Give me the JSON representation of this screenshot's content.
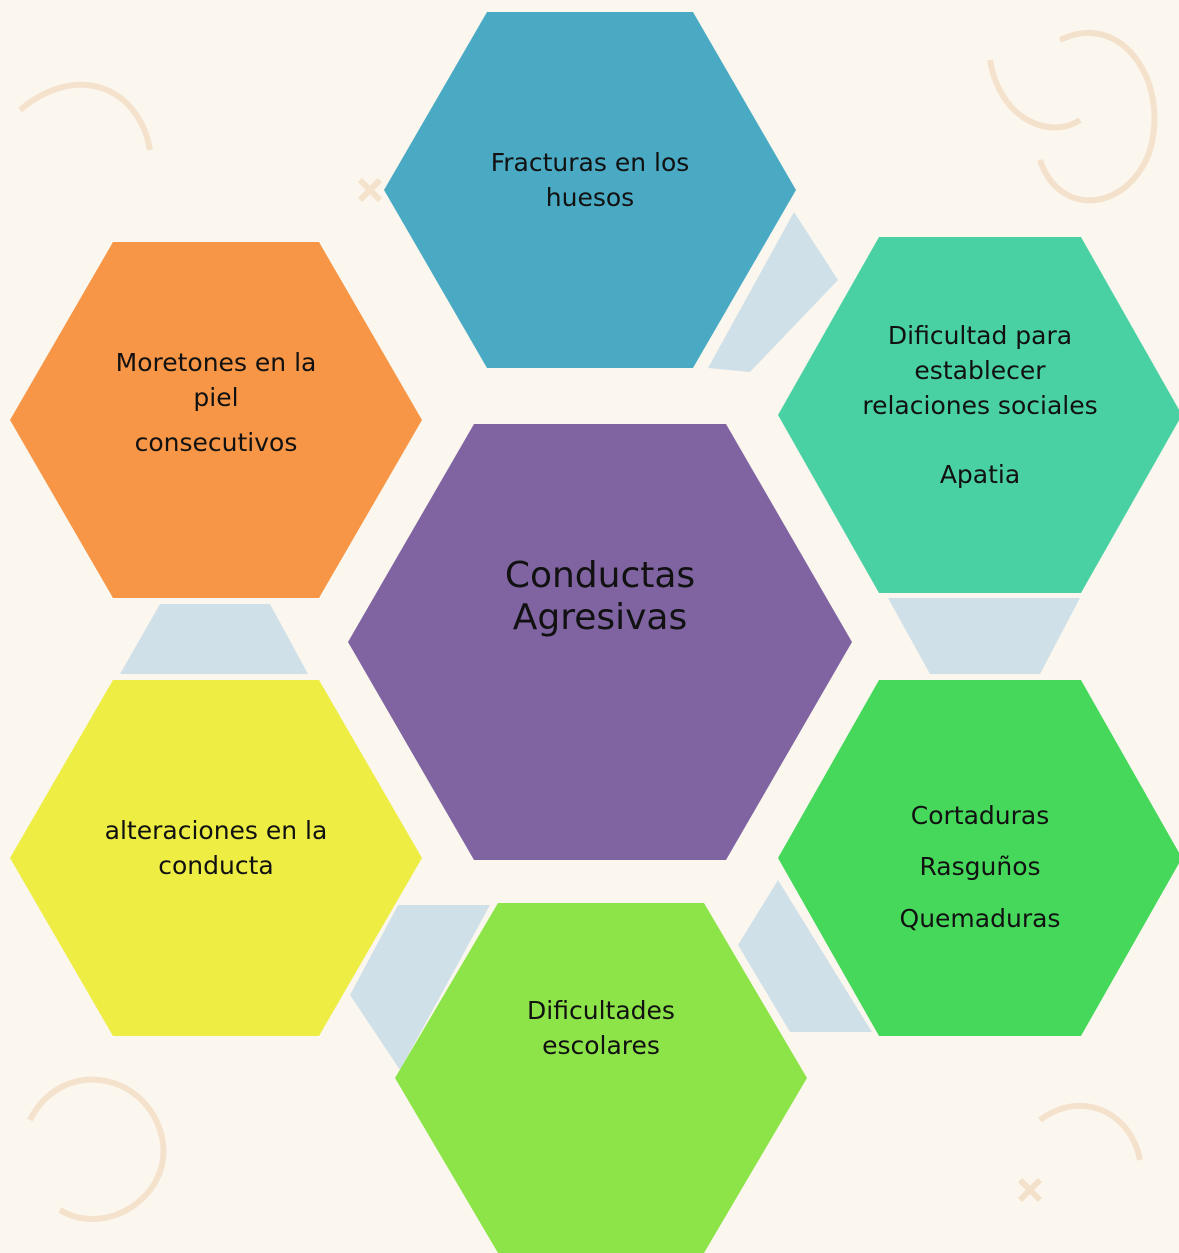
{
  "colors": {
    "background": "#fbf7ef",
    "connector": "#cfe0e8",
    "center": "#7f64a1",
    "top": "#4aaac4",
    "top_right": "#49d1a3",
    "bottom_right": "#46d85b",
    "bottom": "#8ce448",
    "bottom_left": "#eded44",
    "top_left": "#f79646"
  },
  "center": {
    "lines": [
      "Conductas",
      "Agresivas"
    ]
  },
  "hexagons": {
    "top": {
      "lines": [
        "Fracturas en los",
        "huesos"
      ]
    },
    "top_right": {
      "lines": [
        "Dificultad para",
        "establecer",
        "relaciones sociales"
      ],
      "extra": "Apatia"
    },
    "bottom_right": {
      "lines": [
        "Cortaduras",
        "Rasguños",
        "Quemaduras"
      ]
    },
    "bottom": {
      "lines": [
        "Dificultades",
        "escolares"
      ]
    },
    "bottom_left": {
      "lines": [
        "alteraciones en la",
        "conducta"
      ]
    },
    "top_left": {
      "lines": [
        "Moretones en la",
        "piel"
      ],
      "extra": "consecutivos"
    }
  }
}
